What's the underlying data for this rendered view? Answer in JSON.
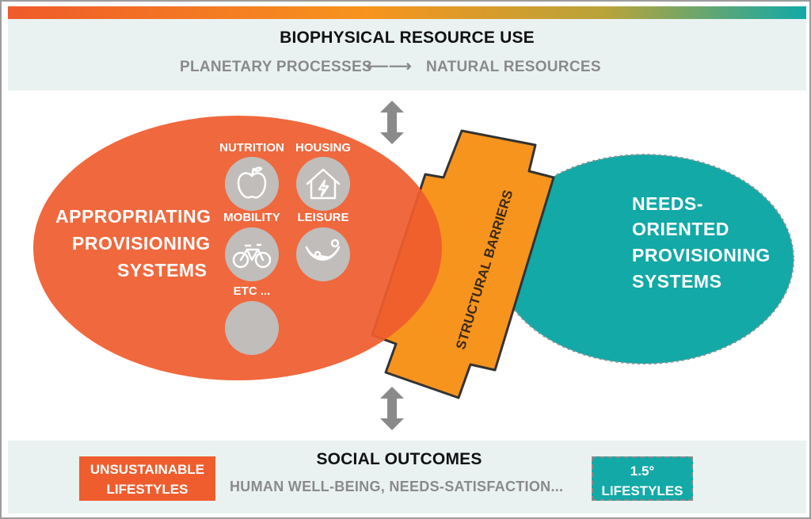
{
  "colors": {
    "orange": "#ef6234",
    "teal": "#12a9a7",
    "barrier": "#f7941d",
    "band": "#eaf2f1",
    "grey_text": "#8a8a8a",
    "icon_grey": "#c0bdbb"
  },
  "top": {
    "title": "BIOPHYSICAL RESOURCE USE",
    "left": "PLANETARY PROCESSES",
    "arrow": "⟵⟶",
    "right": "NATURAL RESOURCES"
  },
  "appropriating": {
    "lines": [
      "APPROPRIATING",
      "PROVISIONING",
      "SYSTEMS"
    ],
    "needs": [
      {
        "label": "NUTRITION",
        "icon": "apple-icon"
      },
      {
        "label": "HOUSING",
        "icon": "house-icon"
      },
      {
        "label": "MOBILITY",
        "icon": "bicycle-icon"
      },
      {
        "label": "LEISURE",
        "icon": "hammock-icon"
      },
      {
        "label": "ETC ...",
        "icon": "blank-circle-icon"
      }
    ]
  },
  "barrier": {
    "label": "STRUCTURAL BARRIERS"
  },
  "needs_oriented": {
    "lines": [
      "NEEDS-",
      "ORIENTED",
      "PROVISIONING",
      "SYSTEMS"
    ]
  },
  "bottom": {
    "title": "SOCIAL OUTCOMES",
    "subtitle": "HUMAN WELL-BEING, NEEDS-SATISFACTION...",
    "unsustainable": [
      "UNSUSTAINABLE",
      "LIFESTYLES"
    ],
    "sustainable": [
      "1.5°",
      "LIFESTYLES"
    ]
  }
}
